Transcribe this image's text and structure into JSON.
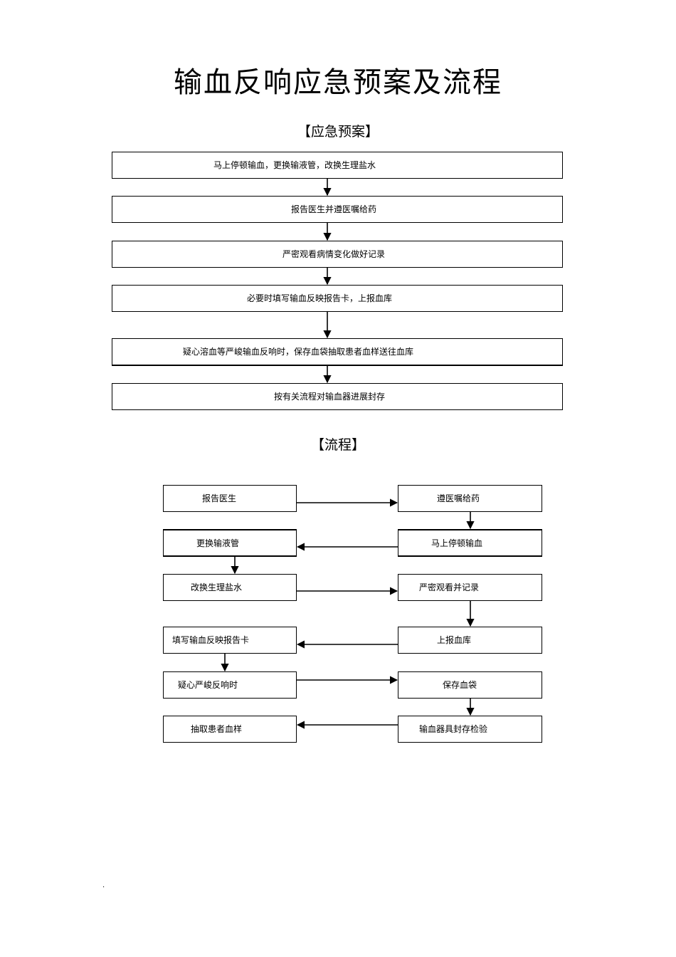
{
  "title": "输血反响应急预案及流程",
  "plan": {
    "heading": "【应急预案】",
    "steps": [
      "马上停顿输血，更换输液管，改换生理盐水",
      "报告医生并遵医嘱给药",
      "严密观看病情变化做好记录",
      "必要时填写输血反映报告卡，上报血库",
      "疑心溶血等严峻输血反响时，保存血袋抽取患者血样送往血库",
      "按有关流程对输血器进展封存"
    ]
  },
  "flow": {
    "heading": "【流程】",
    "left": [
      "报告医生",
      "更换输液管",
      "改换生理盐水",
      "填写输血反映报告卡",
      "疑心严峻反响时",
      "抽取患者血样"
    ],
    "right": [
      "遵医嘱给药",
      "马上停顿输血",
      "严密观看并记录",
      "上报血库",
      "保存血袋",
      "输血器具封存检验"
    ]
  },
  "footer_mark": "."
}
